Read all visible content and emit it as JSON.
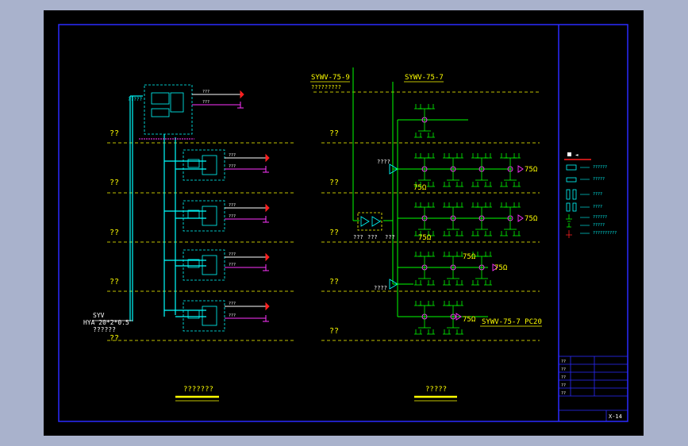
{
  "colors": {
    "frame": "#2b2bff",
    "cyan": "#00ffff",
    "yellow": "#ffff00",
    "green": "#00ff00",
    "magenta": "#ff33ff",
    "red": "#ff2020",
    "white": "#ffffff"
  },
  "left_diagram": {
    "floor_label": "??",
    "cable_in_1": "SYV",
    "cable_in_2": "HYA 20*2*0.5",
    "cable_in_3": "??????",
    "cable_in_4": "?????",
    "title": "???????"
  },
  "right_diagram": {
    "floor_label": "??",
    "trunk_label": "SYWV-75-9",
    "trunk_sub": "?????????",
    "branch_label": "SYWV-75-7",
    "amp_label": "????",
    "amp_label_2": "????",
    "amp_box_label_1": "???",
    "amp_box_label_2": "???",
    "amp_box_label_3": "???",
    "ohm_label": "75Ω",
    "bottom_cable": "SYWV-75-7  PC20",
    "title": "?????"
  },
  "legend": {
    "items": [
      "??????",
      "?????",
      "????",
      "????",
      "??????",
      "?????",
      "??????????"
    ]
  },
  "title_block": {
    "sheet_number": "X-14",
    "rows": [
      "??",
      "??",
      "??",
      "??",
      "??"
    ]
  }
}
